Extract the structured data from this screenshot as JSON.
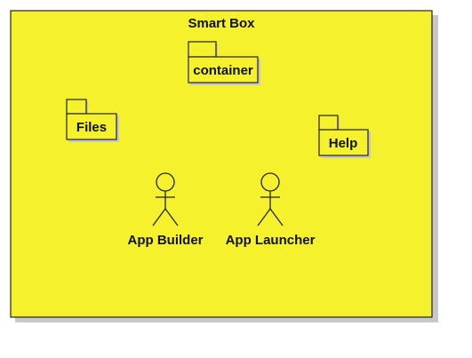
{
  "diagram": {
    "title": "Smart Box",
    "colors": {
      "frame_fill": "#f5f22d",
      "stroke": "#222222",
      "shadow": "#c8c8c8"
    },
    "packages": [
      {
        "label": "container"
      },
      {
        "label": "Files"
      },
      {
        "label": "Help"
      }
    ],
    "actors": [
      {
        "label": "App Builder"
      },
      {
        "label": "App Launcher"
      }
    ]
  }
}
